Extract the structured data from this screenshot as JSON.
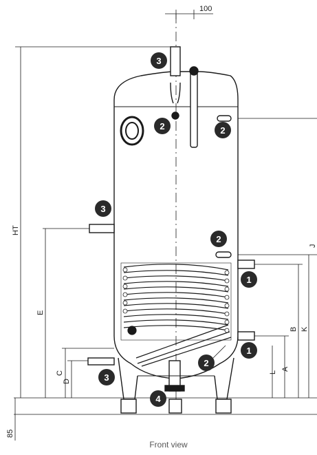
{
  "caption": "Front view",
  "dims": {
    "top_offset": "100",
    "HT": "HT",
    "E": "E",
    "C": "C",
    "D": "D",
    "L": "L",
    "A": "A",
    "B": "B",
    "K": "K",
    "J": "J",
    "foot": "85"
  },
  "callouts": {
    "c1_top": "1",
    "c1_bottom": "1",
    "c2_dome": "2",
    "c2_right_upper": "2",
    "c2_right_mid": "2",
    "c2_lower": "2",
    "c3_top": "3",
    "c3_left": "3",
    "c3_bottom": "3",
    "c4_bottom": "4"
  },
  "colors": {
    "line": "#1a1a1a",
    "callout_bg": "#2a2a2a",
    "callout_text": "#ffffff"
  }
}
